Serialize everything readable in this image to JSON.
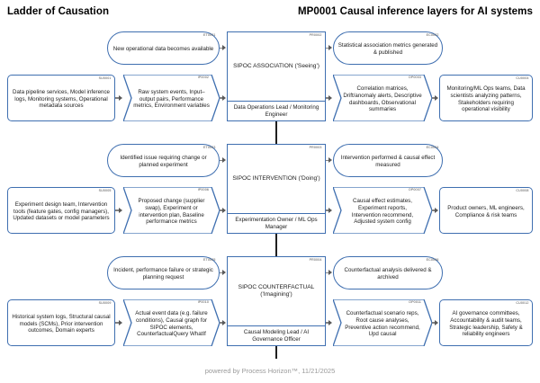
{
  "header": {
    "left_title": "Ladder of Causation",
    "right_title": "MP0001 Causal inference layers for AI systems"
  },
  "footer": {
    "text": "powered by Process Horizon™, 11/21/2025"
  },
  "colors": {
    "node_border": "#3f6fb0",
    "connector": "#808080",
    "code_text": "#4a4a4a",
    "footer_text": "#9a9a9a",
    "background": "#ffffff"
  },
  "rows": [
    {
      "supplier": {
        "code": "SU0001",
        "text": "Data pipeline services, Model inference logs, Monitoring systems, Operational metadata sources"
      },
      "input": {
        "code": "IP0002",
        "text": "Raw system events, Input–output pairs, Performance metrics, Environment variables"
      },
      "event": {
        "code": "ET0001",
        "text": "New operational data becomes available"
      },
      "process": {
        "code": "PR0002",
        "title": "SIPOC ASSOCIATION ('Seeing')",
        "role": "Data Operations Lead / Monitoring Engineer"
      },
      "outcome": {
        "code": "EC0002",
        "text": "Statistical association metrics generated & published"
      },
      "output": {
        "code": "OP0003",
        "text": "Correlation matrices, Drift/anomaly alerts, Descriptive dashboards, Observational summaries"
      },
      "customer": {
        "code": "CU0004",
        "text": "Monitoring/ML Ops teams, Data scientists analyzing patterns, Stakeholders requiring operational visibility"
      }
    },
    {
      "supplier": {
        "code": "SU0005",
        "text": "Experiment design team, Intervention tools (feature gates, config managers), Updated datasets or model parameters"
      },
      "input": {
        "code": "IP0006",
        "text": "Proposed change (supplier swap), Experiment or intervention plan, Baseline performance metrics"
      },
      "event": {
        "code": "ET0003",
        "text": "Identified issue requiring change or planned experiment"
      },
      "process": {
        "code": "PR0003",
        "title": "SIPOC INTERVENTION ('Doing')",
        "role": "Experimentation Owner / ML Ops Manager"
      },
      "outcome": {
        "code": "EC0004",
        "text": "Intervention performed & causal effect measured"
      },
      "output": {
        "code": "OP0007",
        "text": "Causal effect estimates, Experiment reports, Intervention recommend, Adjusted system config"
      },
      "customer": {
        "code": "CU0008",
        "text": "Product owners, ML engineers, Compliance & risk teams"
      }
    },
    {
      "supplier": {
        "code": "SU0009",
        "text": "Historical system logs, Structural causal models (SCMs), Prior intervention outcomes, Domain experts"
      },
      "input": {
        "code": "IP0010",
        "text": "Actual event data (e.g. failure conditions), Causal graph for SIPOC elements, CounterfactualQuery WhatIf"
      },
      "event": {
        "code": "ET0005",
        "text": "Incident, performance failure or strategic planning request"
      },
      "process": {
        "code": "PR0004",
        "title": "SIPOC COUNTERFACTUAL ('Imagining')",
        "role": "Causal Modeling Lead / AI Governance Officer"
      },
      "outcome": {
        "code": "EC0006",
        "text": "Counterfactual analysis delivered & archived"
      },
      "output": {
        "code": "OP0011",
        "text": "Counterfactual scenario reps, Root cause analyses, Preventive action recommend, Upd causal"
      },
      "customer": {
        "code": "CU0012",
        "text": "AI governance committees, Accountability & audit teams, Strategic leadership, Safety & reliability engineers"
      }
    }
  ]
}
